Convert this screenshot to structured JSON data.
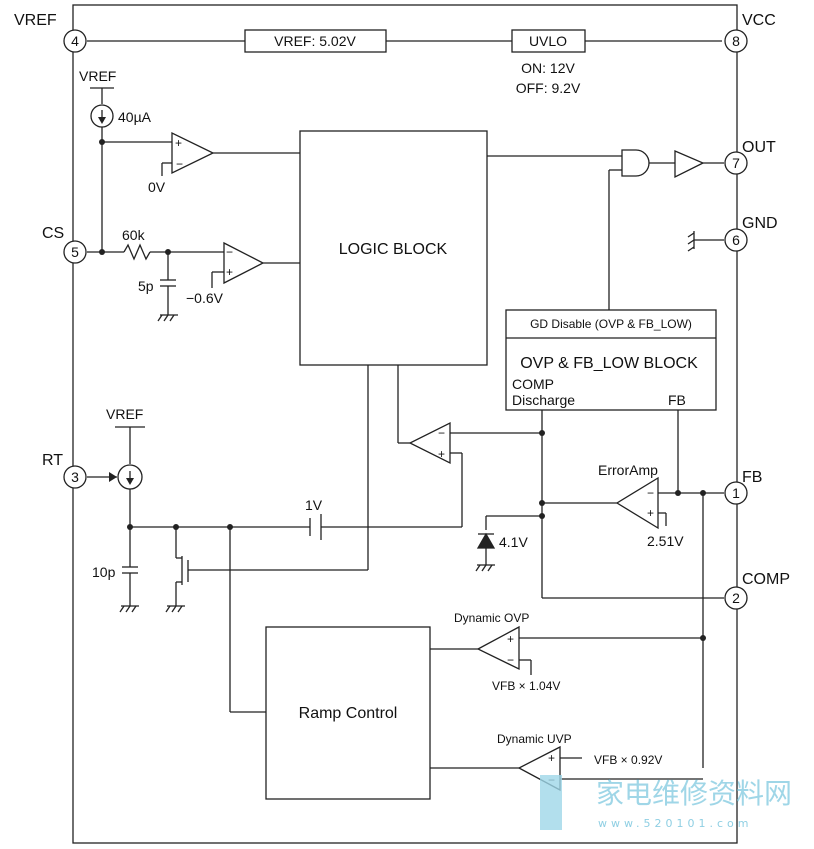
{
  "pins": {
    "vref": {
      "num": "4",
      "label": "VREF"
    },
    "vcc": {
      "num": "8",
      "label": "VCC"
    },
    "out": {
      "num": "7",
      "label": "OUT"
    },
    "gnd": {
      "num": "6",
      "label": "GND"
    },
    "cs": {
      "num": "5",
      "label": "CS"
    },
    "rt": {
      "num": "3",
      "label": "RT"
    },
    "fb": {
      "num": "1",
      "label": "FB"
    },
    "comp": {
      "num": "2",
      "label": "COMP"
    }
  },
  "blocks": {
    "vref_reg": "VREF: 5.02V",
    "uvlo": "UVLO",
    "uvlo_on": "ON: 12V",
    "uvlo_off": "OFF: 9.2V",
    "logic": "LOGIC BLOCK",
    "gd_disable": "GD Disable (OVP & FB_LOW)",
    "ovp_block": "OVP & FB_LOW BLOCK",
    "comp_label": "COMP",
    "discharge_label": "Discharge",
    "fb_label": "FB",
    "ramp": "Ramp Control"
  },
  "labels": {
    "vref_top": "VREF",
    "i40": "40µA",
    "v0": "0V",
    "r60k": "60k",
    "c5p": "5p",
    "vneg06": "−0.6V",
    "vref_rt": "VREF",
    "c10p": "10p",
    "v1": "1V",
    "v41": "4.1V",
    "error_amp": "ErrorAmp",
    "v251": "2.51V",
    "dyn_ovp": "Dynamic OVP",
    "vfb104": "VFB × 1.04V",
    "dyn_uvp": "Dynamic UVP",
    "vfb092": "VFB × 0.92V"
  },
  "watermark": {
    "cn": "家电维修资料网",
    "url": "www.520101.com"
  }
}
